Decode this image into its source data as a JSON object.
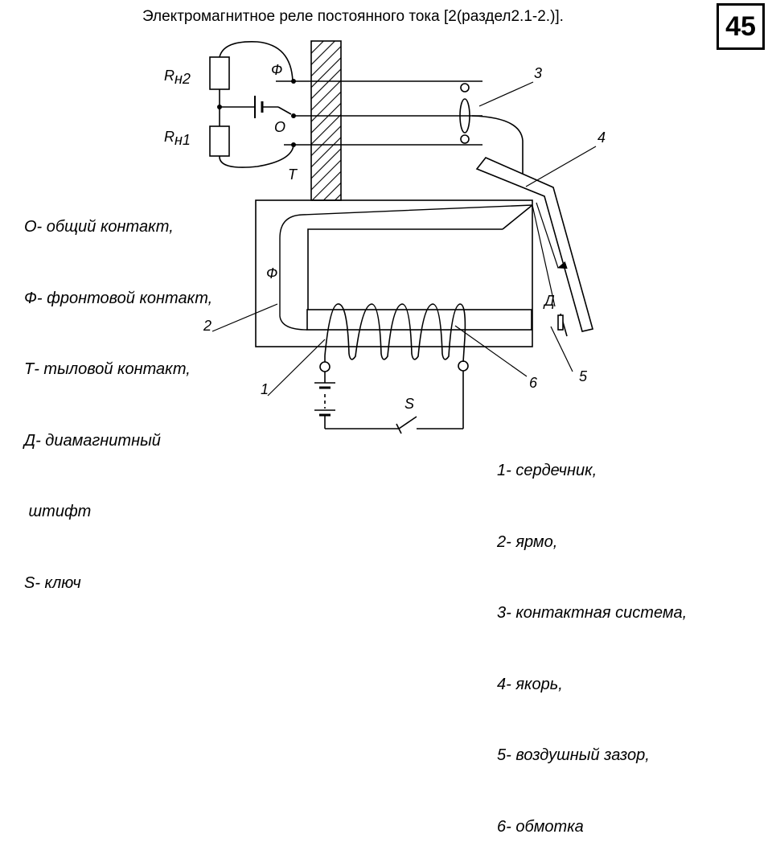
{
  "header": {
    "title": "Электромагнитное реле постоянного тока   [2(раздел2.1-2.)].",
    "slide_number": "45"
  },
  "legend_left": [
    "О- общий контакт,",
    "Ф- фронтовой контакт,",
    "Т- тыловой контакт,",
    "Д- диамагнитный",
    " штифт",
    "S- ключ"
  ],
  "legend_right": [
    "1- сердечник,",
    "2- ярмо,",
    "3- контактная система,",
    "4- якорь,",
    "5- воздушный зазор,",
    "6- обмотка"
  ],
  "diagram": {
    "resistor_top_label": "R",
    "resistor_top_sub": "н2",
    "resistor_bottom_label": "R",
    "resistor_bottom_sub": "н1",
    "contact_front": "Ф",
    "contact_common": "О",
    "contact_back": "Т",
    "yoke_letter": "Ф",
    "pin_letter": "Д",
    "switch_label": "S",
    "callouts": [
      "1",
      "2",
      "3",
      "4",
      "5",
      "6"
    ]
  }
}
